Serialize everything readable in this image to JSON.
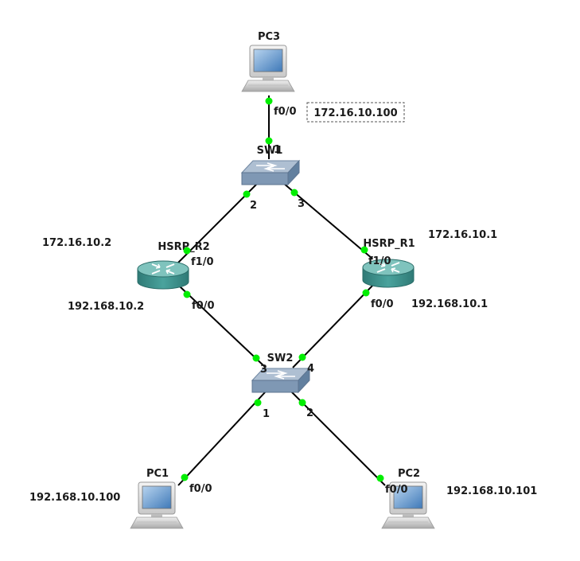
{
  "devices": {
    "pc3": {
      "name": "PC3"
    },
    "sw1": {
      "name": "SW1"
    },
    "r2": {
      "name": "HSRP_R2"
    },
    "r1": {
      "name": "HSRP_R1"
    },
    "sw2": {
      "name": "SW2"
    },
    "pc1": {
      "name": "PC1"
    },
    "pc2": {
      "name": "PC2"
    }
  },
  "ports": {
    "pc3_f00": "f0/0",
    "sw1_1": "1",
    "sw1_2": "2",
    "sw1_3": "3",
    "r2_f10": "f1/0",
    "r2_f00": "f0/0",
    "r1_f10": "f1/0",
    "r1_f00": "f0/0",
    "sw2_3": "3",
    "sw2_4": "4",
    "sw2_1": "1",
    "sw2_2": "2",
    "pc1_f00": "f0/0",
    "pc2_f00": "f0/0"
  },
  "ips": {
    "pc3": "172.16.10.100",
    "r2_outside": "172.16.10.2",
    "r2_inside": "192.168.10.2",
    "r1_outside": "172.16.10.1",
    "r1_inside": "192.168.10.1",
    "pc1": "192.168.10.100",
    "pc2": "192.168.10.101"
  },
  "colors": {
    "link_endpoint": "#00ee00",
    "router": "#3a8a86",
    "switch": "#7f98b4"
  },
  "icons": {
    "pc": "computer-icon",
    "switch": "switch-icon",
    "router": "router-icon"
  }
}
